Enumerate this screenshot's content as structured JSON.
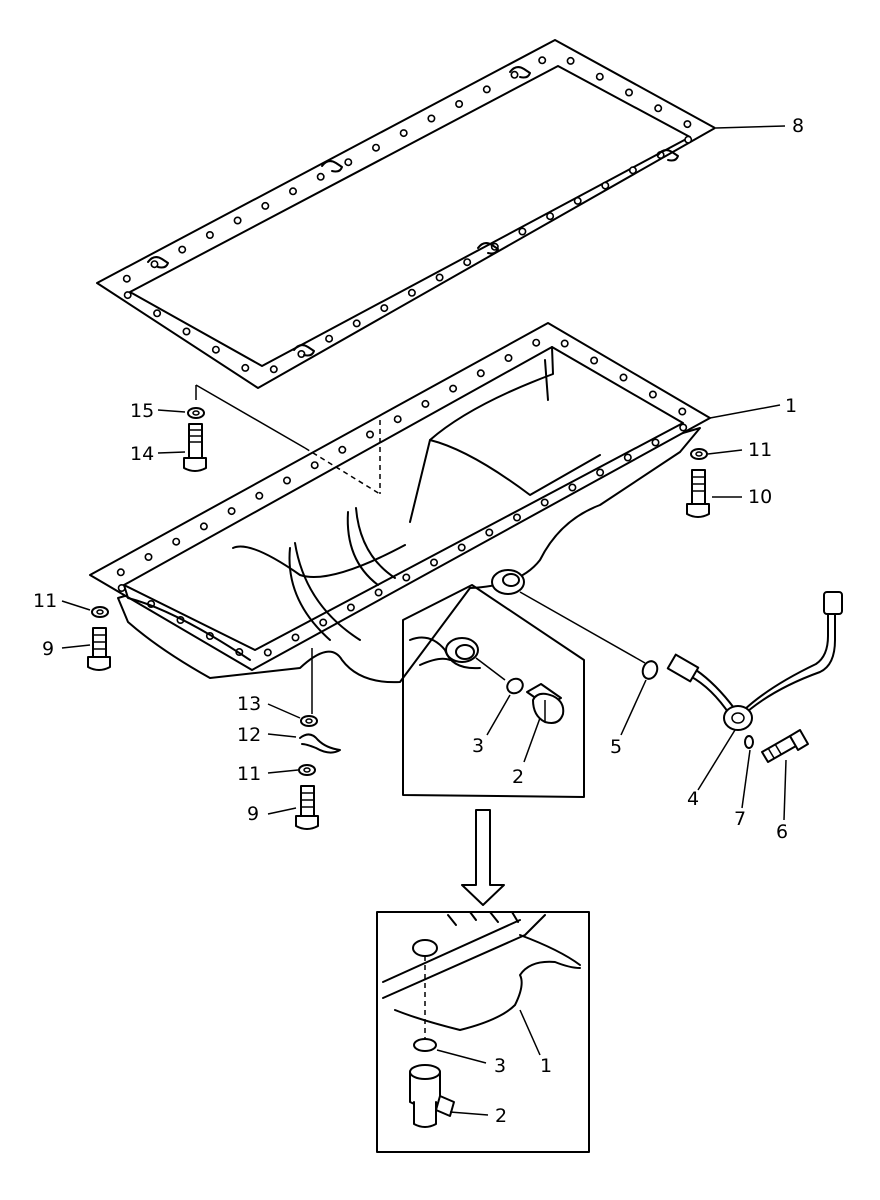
{
  "callouts": {
    "c8": "8",
    "c1": "1",
    "c15": "15",
    "c14": "14",
    "c11a": "11",
    "c10": "10",
    "c11b": "11",
    "c9a": "9",
    "c13": "13",
    "c12": "12",
    "c11c": "11",
    "c9b": "9",
    "c3a": "3",
    "c2a": "2",
    "c5": "5",
    "c4": "4",
    "c7": "7",
    "c6": "6",
    "c3b": "3",
    "c1b": "1",
    "c2b": "2"
  }
}
